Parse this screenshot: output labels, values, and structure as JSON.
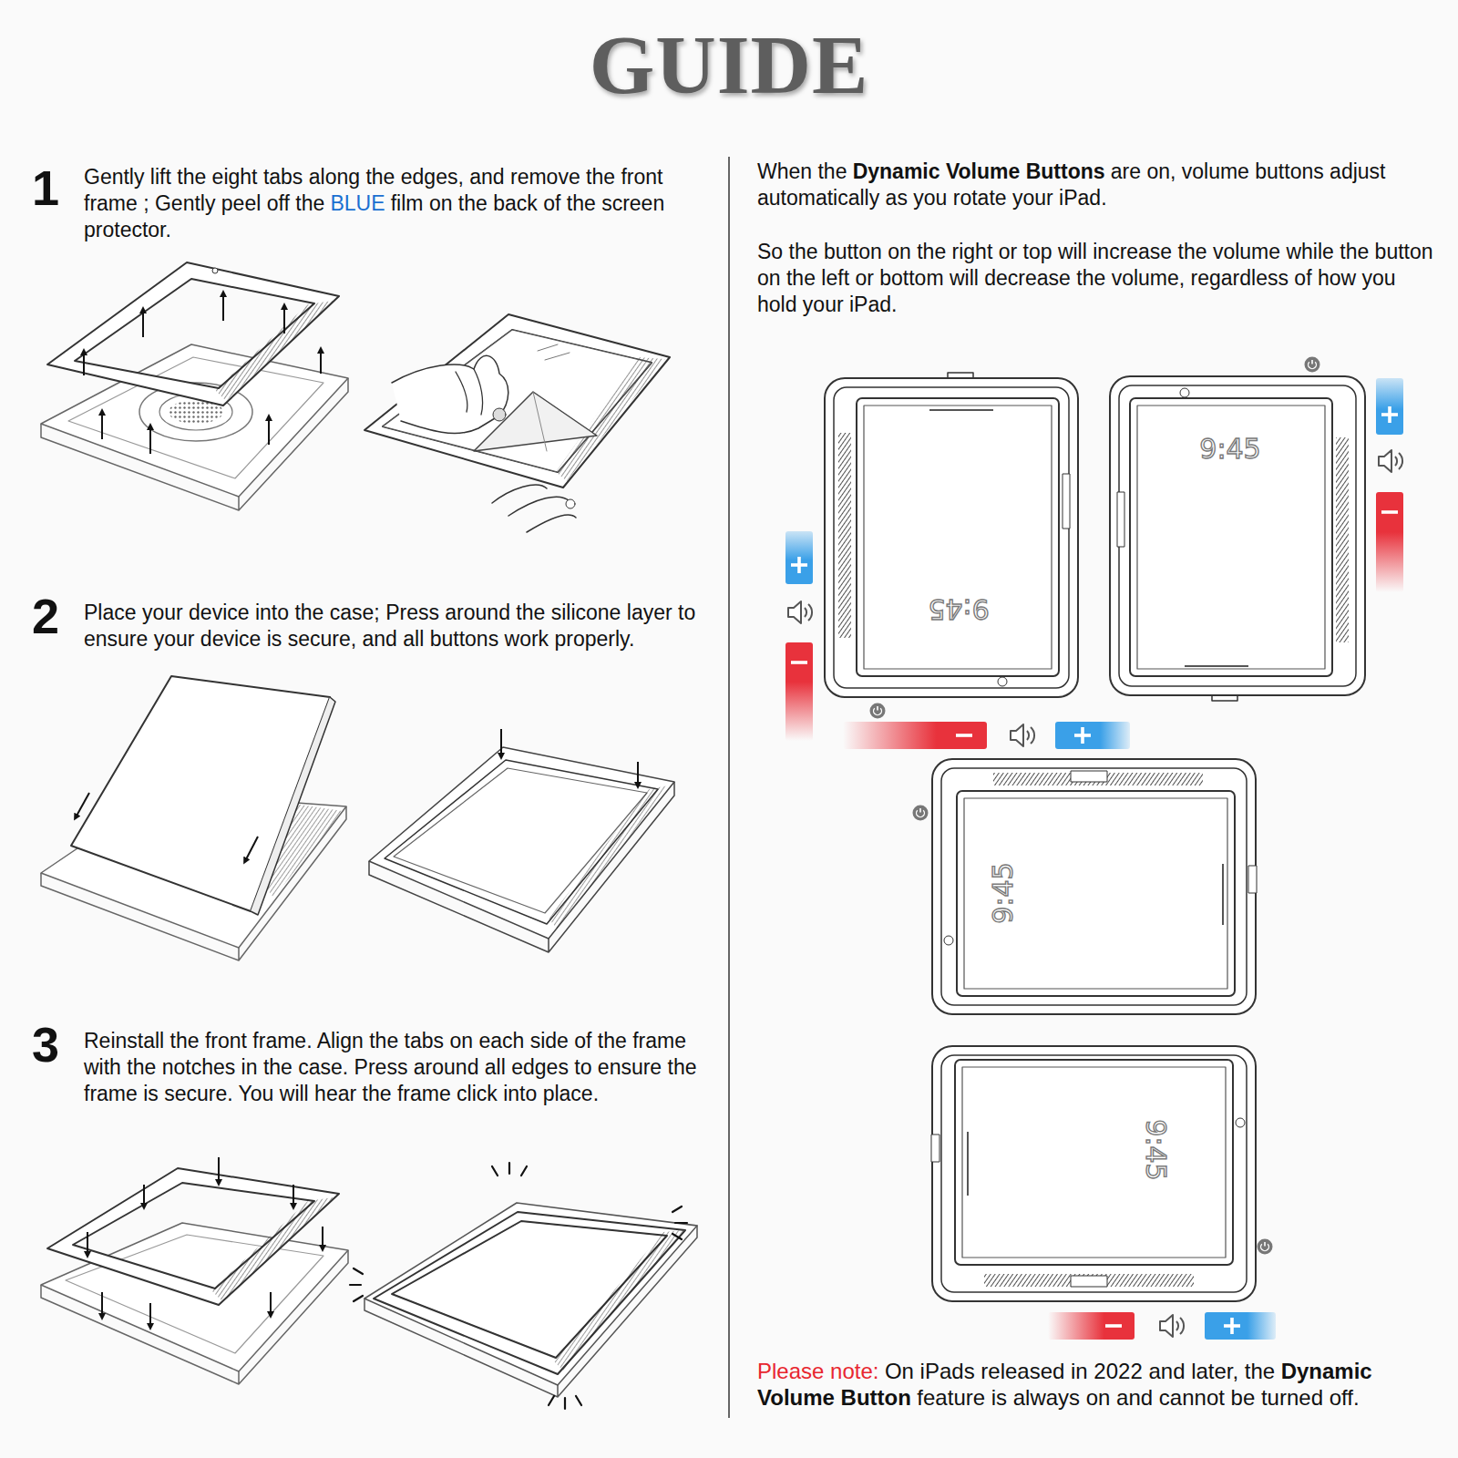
{
  "diagram": {
    "title": "GUIDE",
    "labels": [
      "1",
      "Gently lift the eight tabs along the edges, and remove the front frame ; Gently peel off the",
      "BLUE",
      "film on the back of the screen protector.",
      "2",
      "Place your device into the case; Press around the silicone layer to ensure your device is secure, and all buttons work properly.",
      "3",
      "Reinstall the front frame. Align the tabs on each side of the frame with the notches in the case. Press around all edges to ensure the frame is secure. You will hear the frame click into place.",
      "When the",
      "Dynamic Volume Buttons",
      "are on, volume buttons adjust automatically as you rotate your iPad.",
      "So the button on the right or top will increase the volume while the button on the left or bottom will decrease the volume, regardless of how you hold your iPad.",
      "9:45",
      "9:45",
      "9:45",
      "9:45",
      "Please note:",
      "On iPads released in 2022 and later, the",
      "Dynamic Volume Button",
      "feature is always on and cannot be turned off."
    ]
  }
}
